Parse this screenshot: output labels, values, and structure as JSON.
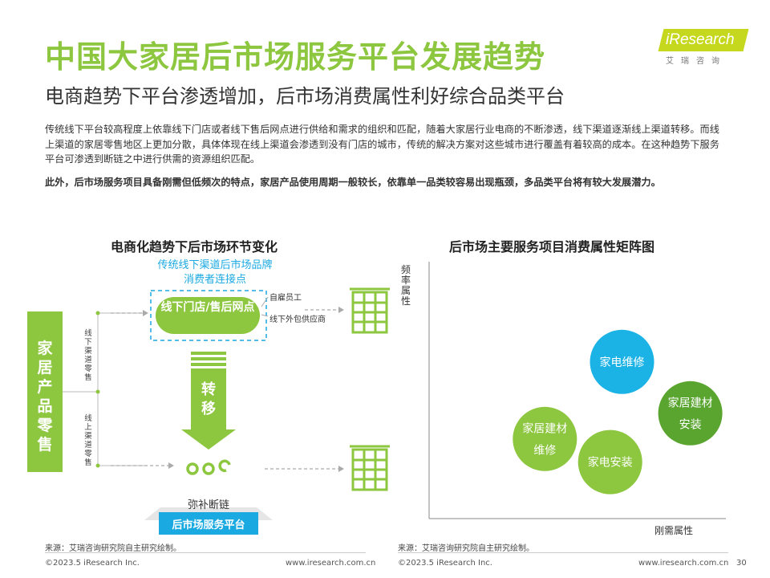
{
  "header": {
    "title": "中国大家居后市场服务平台发展趋势",
    "subtitle": "电商趋势下平台渗透增加，后市场消费属性利好综合品类平台"
  },
  "logo": {
    "brand": "iResearch",
    "sub": "艾瑞咨询",
    "color": "#c6d81d"
  },
  "body": {
    "para1": "传统线下平台较高程度上依靠线下门店或者线下售后网点进行供给和需求的组织和匹配，随着大家居行业电商的不断渗透，线下渠道逐渐线上渠道转移。而线上渠道的家居零售地区上更加分散，具体体现在线上渠道会渗透到没有门店的城市，传统的解决方案对这些城市进行覆盖有着较高的成本。在这种趋势下服务平台可渗透到断链之中进行供需的资源组织匹配。",
    "para2": "此外，后市场服务项目具备刚需但低频次的特点，家居产品使用周期一般较长，依靠单一品类较容易出现瓶颈，多品类平台将有较大发展潜力。"
  },
  "left_diagram": {
    "title": "电商化趋势下后市场环节变化",
    "channel_label": "传统线下渠道后市场品牌消费者连接点",
    "retail": "家居产品零售",
    "offline_channel": "线下渠道零售",
    "online_channel": "线上渠道零售",
    "store": "线下门店/售后网点",
    "staff": "自雇员工",
    "supplier": "线下外包供应商",
    "shift": "转移",
    "fill_gap": "弥补断链",
    "platform": "后市场服务平台",
    "colors": {
      "green": "#8dc63f",
      "blue": "#1ba9e1"
    }
  },
  "right_chart": {
    "title": "后市场主要服务项目消费属性矩阵图",
    "ylabel": "频率属性",
    "xlabel": "刚需属性"
  },
  "chart_data": {
    "type": "scatter",
    "title": "后市场主要服务项目消费属性矩阵图",
    "xlabel": "刚需属性",
    "ylabel": "频率属性",
    "points": [
      {
        "label": "家电维修",
        "x": 0.65,
        "y": 0.61,
        "color": "#1bb3e6"
      },
      {
        "label": "家居建材安装",
        "x": 0.88,
        "y": 0.41,
        "color": "#5aa530"
      },
      {
        "label": "家居建材维修",
        "x": 0.39,
        "y": 0.31,
        "color": "#8dc63f"
      },
      {
        "label": "家电安装",
        "x": 0.61,
        "y": 0.22,
        "color": "#8dc63f"
      }
    ],
    "point_lines": [
      [
        "家电维修"
      ],
      [
        "家居建材",
        "安装"
      ],
      [
        "家居建材",
        "维修"
      ],
      [
        "家电安装"
      ]
    ]
  },
  "footer": {
    "source_left": "来源：艾瑞咨询研究院自主研究绘制。",
    "source_right": "来源：艾瑞咨询研究院自主研究绘制。",
    "copyright_left": "©2023.5 iResearch Inc.",
    "web_left": "www.iresearch.com.cn",
    "copyright_right": "©2023.5 iResearch Inc.",
    "web_right": "www.iresearch.com.cn",
    "page": "30"
  }
}
